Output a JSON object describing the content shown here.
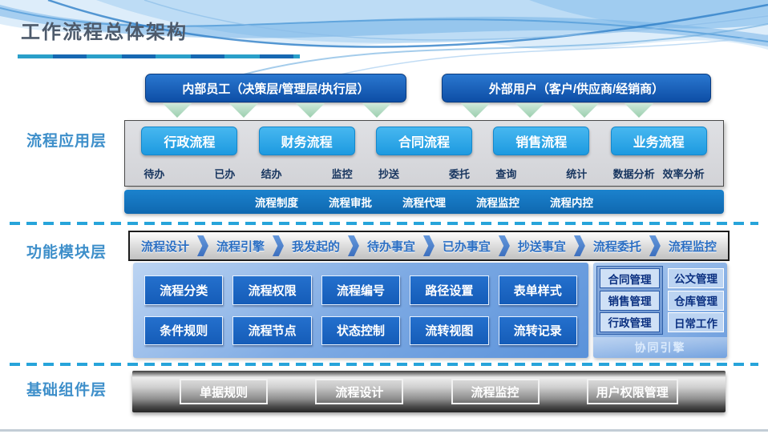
{
  "title": "工作流程总体架构",
  "actors": {
    "internal": "内部员工（决策层/管理层/执行层）",
    "external": "外部用户（客户/供应商/经销商）"
  },
  "app": {
    "label": "流程应用层",
    "processes": [
      {
        "name": "行政流程",
        "subs": [
          "待办",
          "已办"
        ]
      },
      {
        "name": "财务流程",
        "subs": [
          "结办",
          "监控"
        ]
      },
      {
        "name": "合同流程",
        "subs": [
          "抄送",
          "委托"
        ]
      },
      {
        "name": "销售流程",
        "subs": [
          "查询",
          "统计"
        ]
      },
      {
        "name": "业务流程",
        "subs": [
          "数据分析",
          "效率分析"
        ]
      }
    ],
    "governance": [
      "流程制度",
      "流程审批",
      "流程代理",
      "流程监控",
      "流程内控"
    ]
  },
  "module": {
    "label": "功能模块层",
    "pipeline": [
      "流程设计",
      "流程引擎",
      "我发起的",
      "待办事宜",
      "已办事宜",
      "抄送事宜",
      "流程委托",
      "流程监控"
    ],
    "grid": [
      [
        "流程分类",
        "流程权限",
        "流程编号",
        "路径设置",
        "表单样式"
      ],
      [
        "条件规则",
        "流程节点",
        "状态控制",
        "流转视图",
        "流转记录"
      ]
    ],
    "engine": {
      "left": [
        "合同管理",
        "销售管理",
        "行政管理"
      ],
      "right": [
        "公文管理",
        "仓库管理",
        "日常工作"
      ],
      "caption": "协同引擎"
    }
  },
  "foundation": {
    "label": "基础组件层",
    "components": [
      "单据规则",
      "流程设计",
      "流程监控",
      "用户权限管理"
    ]
  },
  "icons": {
    "flow_arrow": "down-triangle",
    "pipeline_separator": "chevron-right"
  },
  "colors": {
    "accent_cyan": "#29a9e0",
    "process_button_blue": "#2aa9e8",
    "actor_deep_blue": "#0d4ea6",
    "governance_bar_blue": "#1173bd",
    "module_box_blue": "#1b63c5",
    "layer_label_blue": "#3e8fca",
    "arrow_green": "#9ccfae",
    "foundation_gray": "#8e8e8e"
  }
}
